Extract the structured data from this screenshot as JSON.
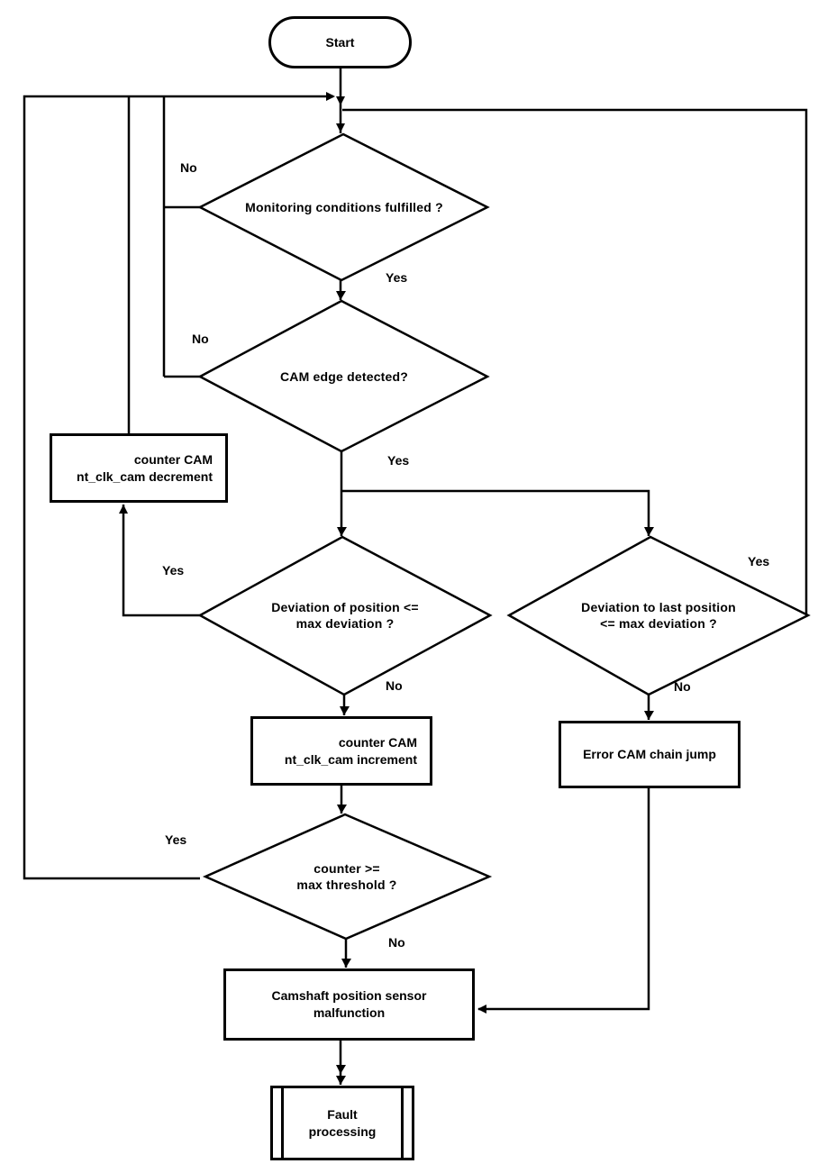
{
  "flowchart": {
    "labels": {
      "yes": "Yes",
      "no": "No"
    },
    "colors": {
      "line": "#000000",
      "background": "#ffffff",
      "text": "#000000"
    },
    "nodes": {
      "start": {
        "label": "Start"
      },
      "monitoring": {
        "label": "Monitoring conditions fulfilled ?"
      },
      "cam_edge": {
        "label": "CAM edge detected?"
      },
      "decrement": {
        "line1": "counter CAM",
        "line2": "nt_clk_cam decrement"
      },
      "deviation_pos": {
        "line1": "Deviation of position <=",
        "line2": "max deviation ?"
      },
      "deviation_last": {
        "line1": "Deviation to last position",
        "line2": "<= max deviation ?"
      },
      "increment": {
        "line1": "counter CAM",
        "line2": "nt_clk_cam increment"
      },
      "error_jump": {
        "label": "Error CAM chain jump"
      },
      "counter_threshold": {
        "line1": "counter >=",
        "line2": "max threshold ?"
      },
      "malfunction": {
        "line1": "Camshaft position sensor",
        "line2": "malfunction"
      },
      "fault_processing": {
        "line1": "Fault",
        "line2": "processing"
      }
    }
  }
}
